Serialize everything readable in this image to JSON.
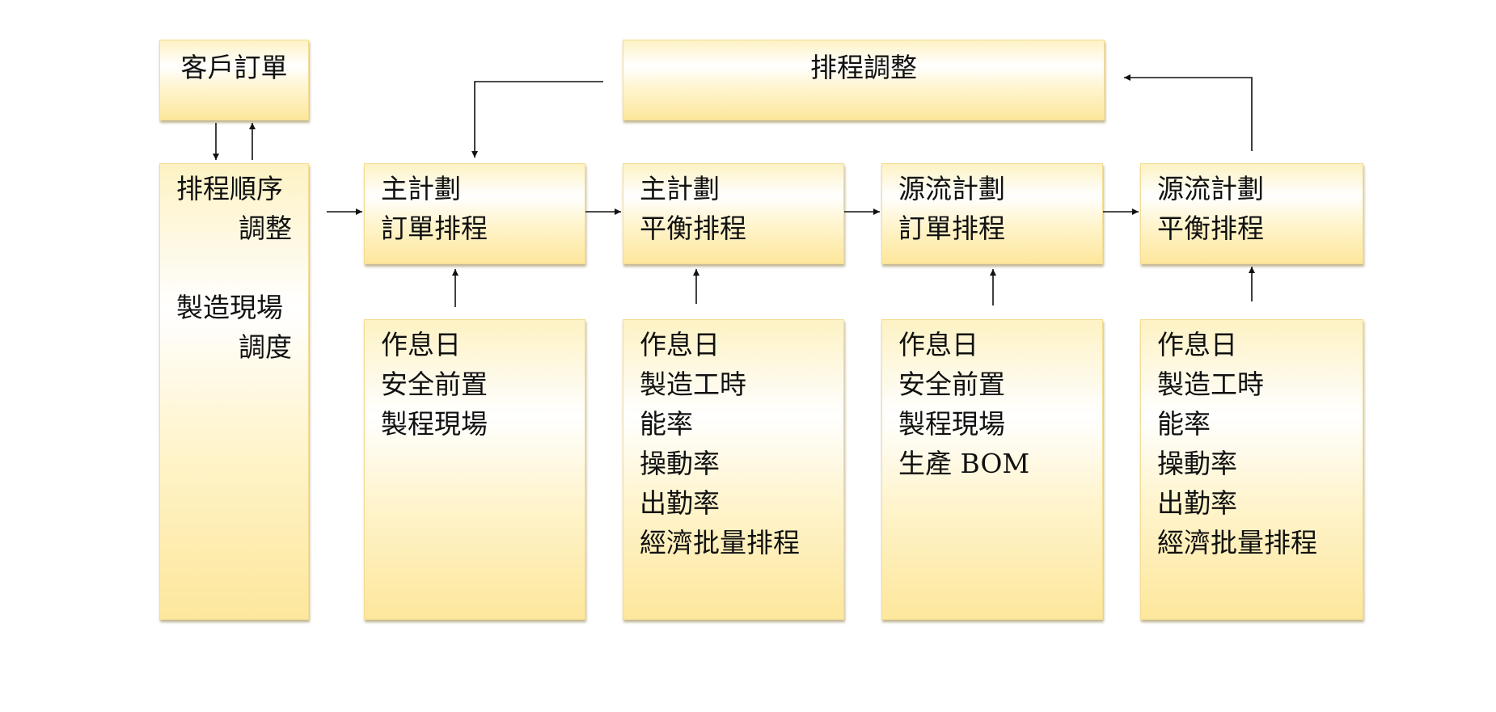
{
  "boxes": {
    "customer_order": {
      "lines": [
        "客戶訂單"
      ]
    },
    "schedule_adjust": {
      "lines": [
        "排程調整"
      ]
    },
    "sequence_dispatch": {
      "lines": [
        "排程順序",
        "調整",
        "製造現場",
        "調度"
      ]
    },
    "master_order": {
      "lines": [
        "主計劃",
        "訂單排程"
      ]
    },
    "master_balance": {
      "lines": [
        "主計劃",
        "平衡排程"
      ]
    },
    "source_order": {
      "lines": [
        "源流計劃",
        "訂單排程"
      ]
    },
    "source_balance": {
      "lines": [
        "源流計劃",
        "平衡排程"
      ]
    },
    "input_master_order": {
      "lines": [
        "作息日",
        "安全前置",
        "製程現場"
      ]
    },
    "input_master_balance": {
      "lines": [
        "作息日",
        "製造工時",
        "能率",
        "操動率",
        "出勤率",
        "經濟批量排程"
      ]
    },
    "input_source_order": {
      "lines": [
        "作息日",
        "安全前置",
        "製程現場",
        "生產 BOM"
      ]
    },
    "input_source_balance": {
      "lines": [
        "作息日",
        "製造工時",
        "能率",
        "操動率",
        "出勤率",
        "經濟批量排程"
      ]
    }
  },
  "colors": {
    "box_top": "#fdf2c4",
    "box_bottom": "#fde79c",
    "box_border": "#f3dd92",
    "arrow": "#111111",
    "text": "#111111"
  }
}
